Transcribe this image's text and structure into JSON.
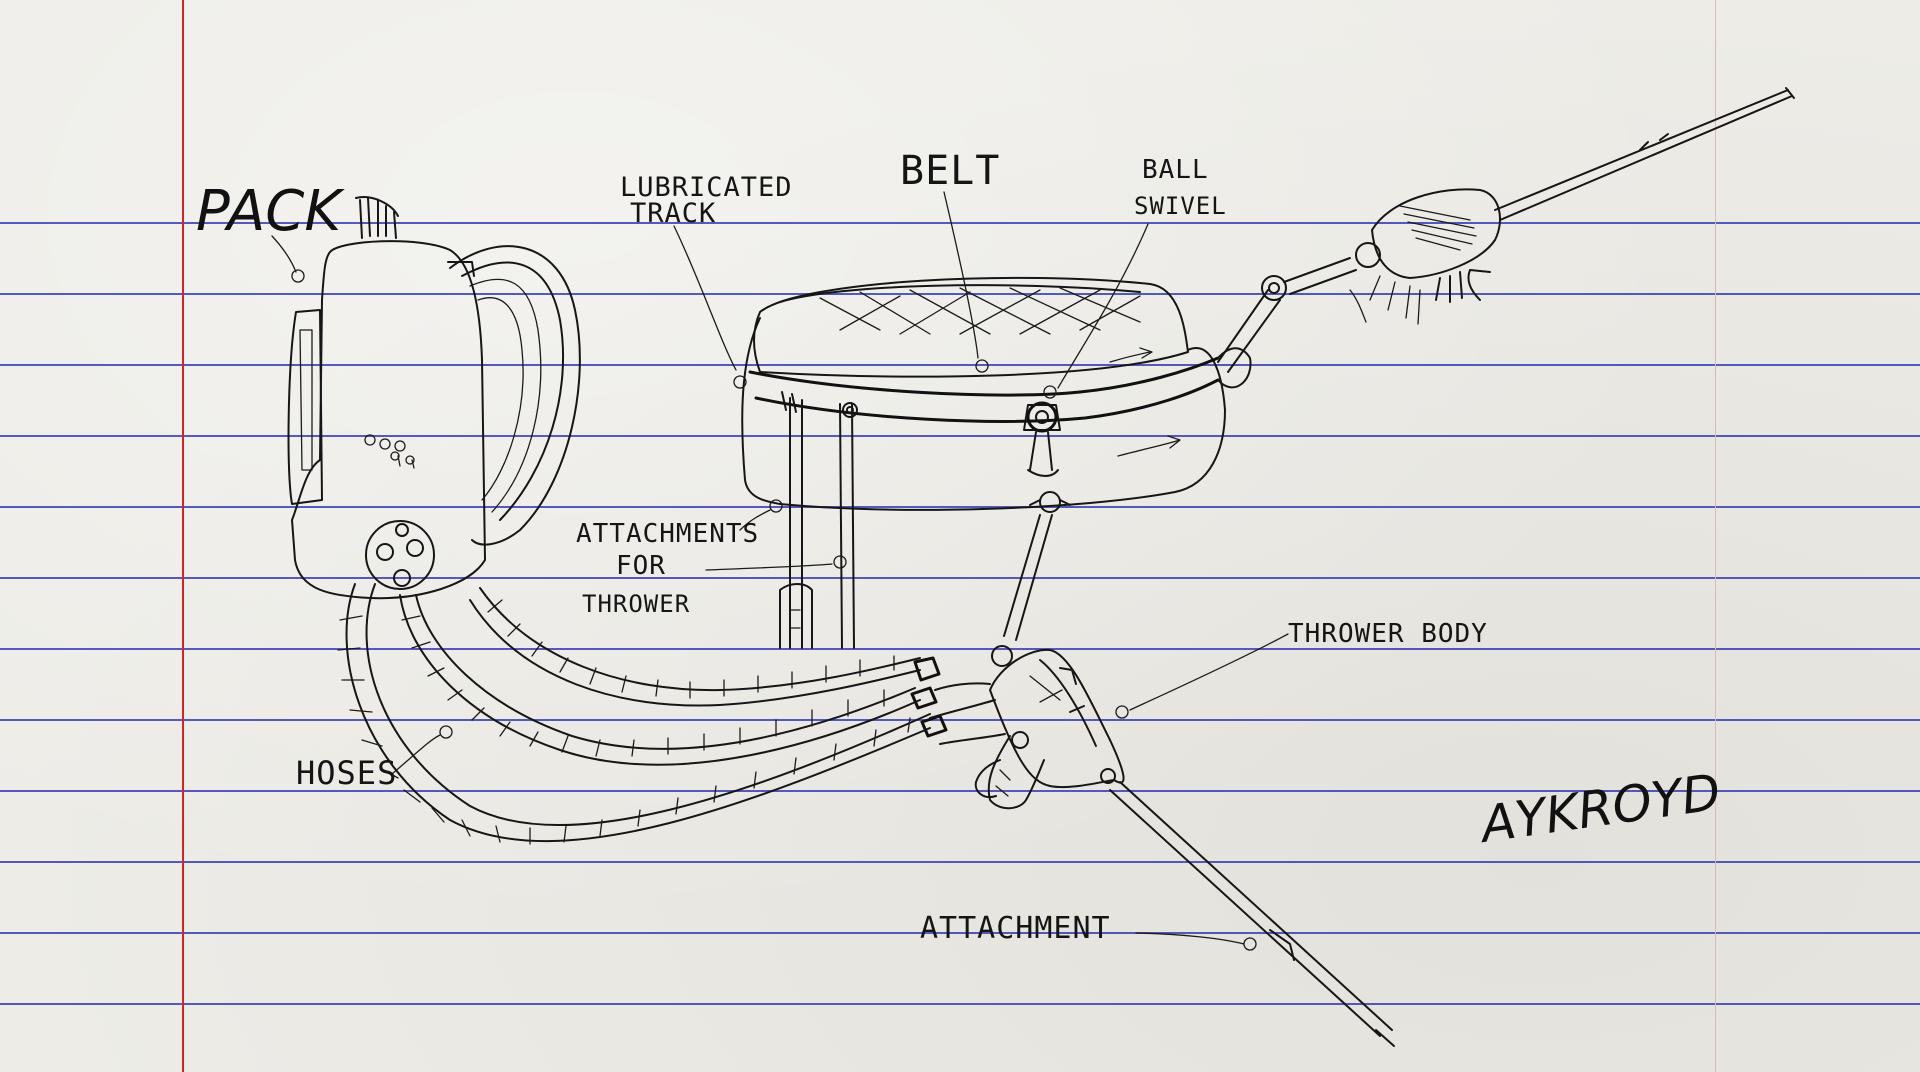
{
  "labels": {
    "pack": "PACK",
    "lubricated": "LUBRICATED",
    "track": "TRACK",
    "belt": "BELT",
    "ball": "BALL",
    "swivel": "SWIVEL",
    "attachments": "ATTACHMENTS",
    "for": "FOR",
    "thrower": "THROWER",
    "thrower_body": "THROWER BODY",
    "hoses": "HOSES",
    "attachment": "ATTACHMENT",
    "signature": "AYKROYD"
  },
  "colors": {
    "paper": "#edece7",
    "rule_lines": "#3a3eb0",
    "margin_line": "#d0242a",
    "ink": "#161616"
  }
}
